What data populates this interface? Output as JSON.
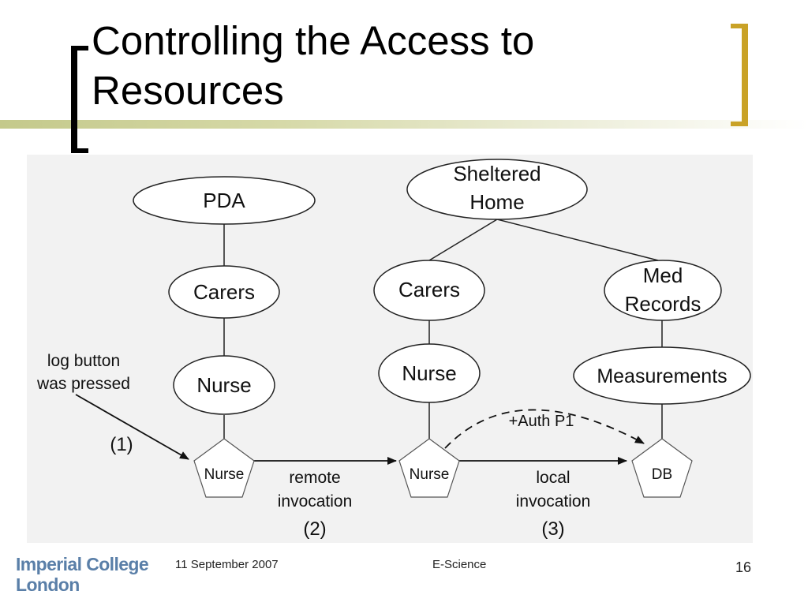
{
  "slide": {
    "title_line1": "Controlling the Access to",
    "title_line2": "Resources"
  },
  "diagram": {
    "nodes": {
      "pda": "PDA",
      "carers_left": "Carers",
      "nurse_left_role": "Nurse",
      "nurse_left_pentagon": "Nurse",
      "sheltered_line1": "Sheltered",
      "sheltered_line2": "Home",
      "carers_mid": "Carers",
      "nurse_mid_role": "Nurse",
      "nurse_mid_pentagon": "Nurse",
      "med_line1": "Med",
      "med_line2": "Records",
      "measurements": "Measurements",
      "db_pentagon": "DB"
    },
    "annotations": {
      "log_line1": "log button",
      "log_line2": "was pressed",
      "step1": "(1)",
      "remote_line1": "remote",
      "remote_line2": "invocation",
      "step2": "(2)",
      "local_line1": "local",
      "local_line2": "invocation",
      "step3": "(3)",
      "auth": "+Auth P1"
    }
  },
  "footer": {
    "logo_line1": "Imperial College",
    "logo_line2": "London",
    "date": "11 September 2007",
    "topic": "E-Science",
    "page": "16"
  },
  "colors": {
    "bracket_left": "#000000",
    "bracket_right": "#c9a227",
    "logo": "#5a7fa8",
    "diagram_background": "#f2f2f2"
  }
}
